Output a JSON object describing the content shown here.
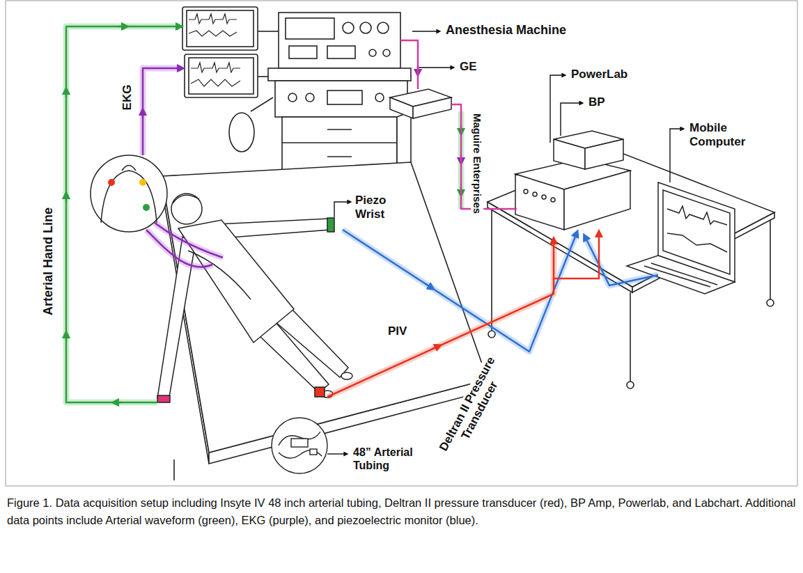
{
  "diagram": {
    "caption": "Figure 1. Data acquisition setup including Insyte IV 48 inch arterial tubing, Deltran II pressure transducer (red), BP Amp, Powerlab, and Labchart. Additional data points include Arterial waveform (green), EKG (purple), and piezoelectric monitor (blue).",
    "labels": [
      "Anesthesia Machine",
      "GE",
      "Maguire Enterprises",
      "PowerLab",
      "BP",
      "Mobile Computer",
      "EKG",
      "Arterial Hand Line",
      "Piezo Wrist",
      "PIV",
      "Deltran II Pressure Transducer",
      "48” Arterial Tubing"
    ]
  }
}
